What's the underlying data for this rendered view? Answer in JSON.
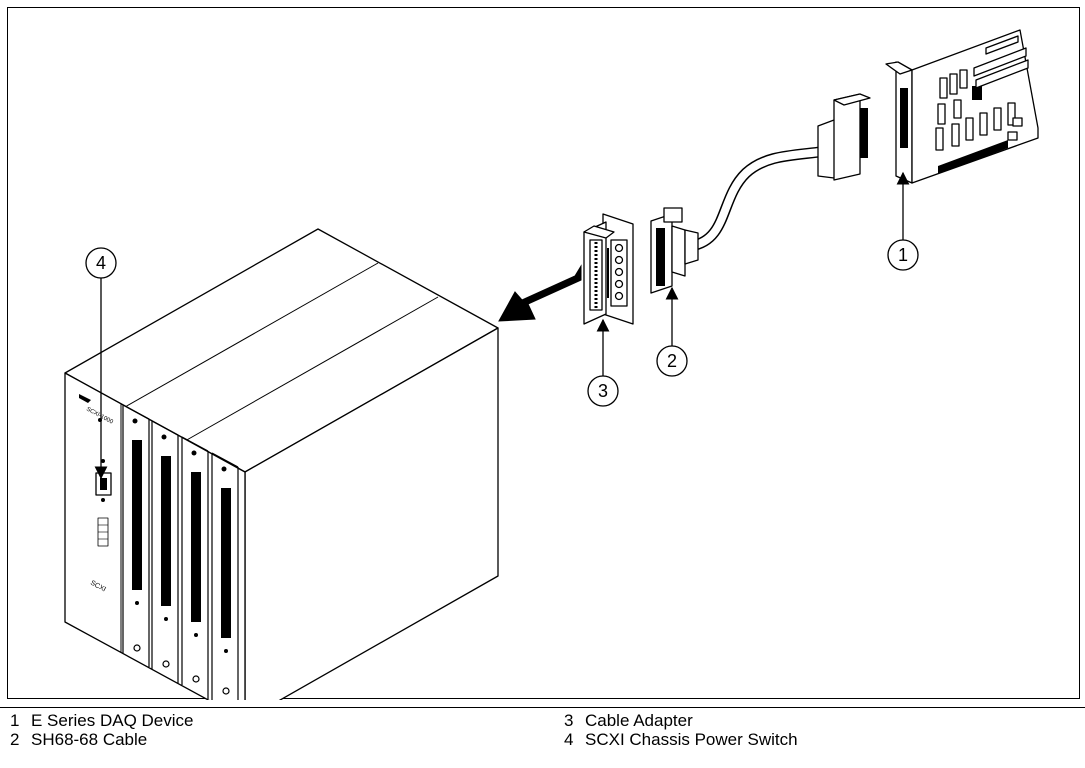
{
  "callouts": {
    "c1": "1",
    "c2": "2",
    "c3": "3",
    "c4": "4"
  },
  "chassis": {
    "brand_label": "SCXI-1000",
    "model_label": "SCXI"
  },
  "legend": {
    "items": [
      {
        "number": "1",
        "label": "E Series DAQ Device"
      },
      {
        "number": "2",
        "label": "SH68-68 Cable"
      },
      {
        "number": "3",
        "label": "Cable Adapter"
      },
      {
        "number": "4",
        "label": "SCXI Chassis Power Switch"
      }
    ]
  }
}
